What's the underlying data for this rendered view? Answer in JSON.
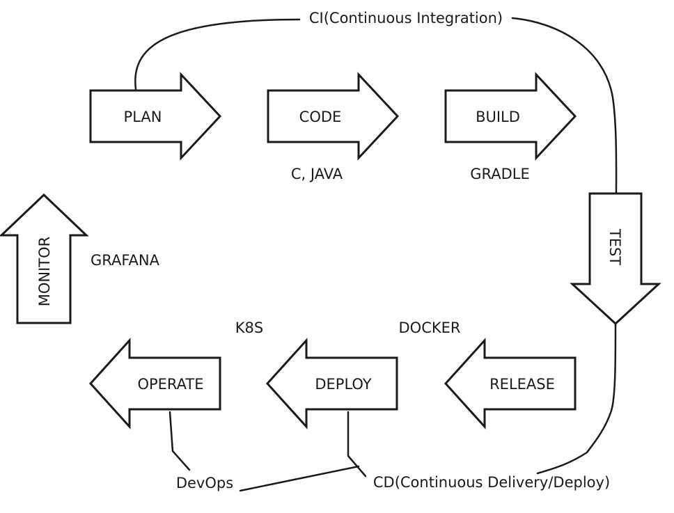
{
  "stages": {
    "plan": "PLAN",
    "code": "CODE",
    "build": "BUILD",
    "test": "TEST",
    "release": "RELEASE",
    "deploy": "DEPLOY",
    "operate": "OPERATE",
    "monitor": "MONITOR"
  },
  "tools": {
    "code": "C, JAVA",
    "build": "GRADLE",
    "release": "DOCKER",
    "deploy": "K8S",
    "monitor": "GRAFANA"
  },
  "groups": {
    "ci": "CI(Continuous Integration)",
    "cd": "CD(Continuous Delivery/Deploy)",
    "devops": "DevOps"
  }
}
